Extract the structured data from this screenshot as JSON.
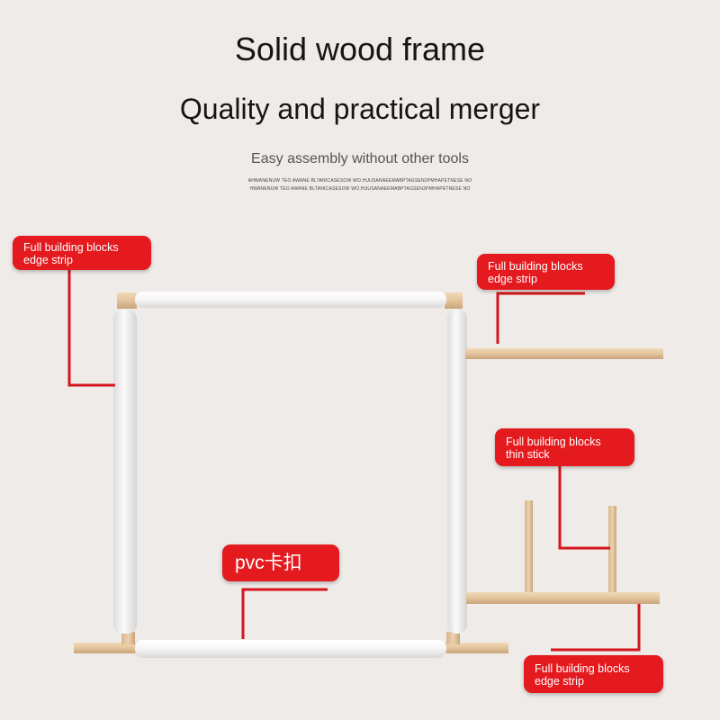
{
  "header": {
    "title": "Solid wood frame",
    "subtitle": "Quality and practical merger",
    "tagline": "Easy assembly without other tools",
    "fine_line_1": "AHWANENUW TEO AWANE BLTANICASESOW WO.HUUSANAEEMABPTAGSEN2PMHAPETNESE NO",
    "fine_line_2": "HWANENUW TEO AWANE BLTANICASESOW WO.HUUSANAEEMABPTAGSEN2PMHAPETNESE NO"
  },
  "callouts": {
    "edge_left": {
      "line1": "Full building blocks",
      "line2": "edge strip"
    },
    "edge_right": {
      "line1": "Full building blocks",
      "line2": "edge strip"
    },
    "thin_stick": {
      "line1": "Full building blocks",
      "line2": "thin stick"
    },
    "edge_bottom": {
      "line1": "Full building blocks",
      "line2": "edge strip"
    },
    "pvc_clip": {
      "label": "pvc卡扣"
    }
  },
  "colors": {
    "background": "#efebe9",
    "callout_red": "#e41a1e",
    "leader_line": "#d4151b",
    "wood": "#e6c9a3",
    "pvc_tube": "#f6f6f6"
  }
}
